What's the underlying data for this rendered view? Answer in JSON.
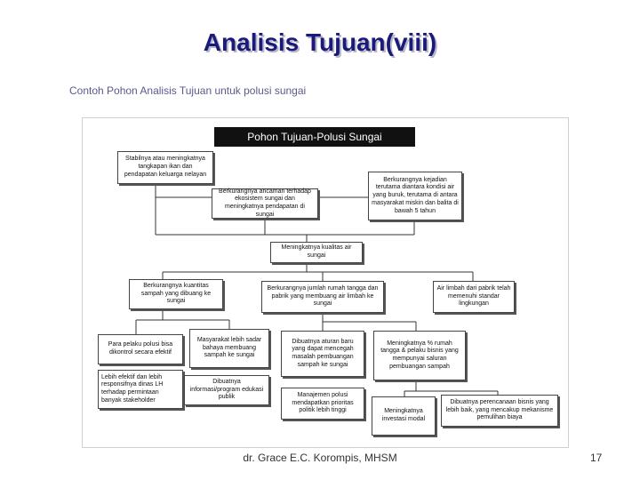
{
  "slide": {
    "title": "Analisis Tujuan(viii)",
    "subtitle": "Contoh Pohon Analisis Tujuan untuk polusi sungai",
    "footer": "dr. Grace E.C. Korompis, MHSM",
    "page_number": "17"
  },
  "diagram": {
    "header": "Pohon Tujuan-Polusi Sungai",
    "nodes": {
      "stabil": "Stabilnya atau meningkatnya tangkapan ikan dan pendapatan keluarga nelayan",
      "ekosistem": "Berkurangnya ancaman terhadap ekosistem sungai dan meningkatnya pendapatan di sungai",
      "kejadian": "Berkurangnya kejadian terutama diantara kondisi air yang buruk, terutama di antara masyarakat miskin dan balita di bawah 5 tahun",
      "kualitas": "Meningkatnya kualitas air sungai",
      "sampah": "Berkurangnya kuantitas sampah yang dibuang ke sungai",
      "rumah": "Berkurangnya jumlah rumah tangga dan pabrik yang membuang air limbah ke sungai",
      "limbah": "Air limbah dari pabrik telah memenuhi standar lingkungan",
      "pelaku": "Para pelaku polusi bisa dikontrol secara efektif",
      "responsif": "Lebih efektif dan lebih responsifnya dinas LH terhadap permintaan banyak stakeholder",
      "masyarakat": "Masyarakat lebih sadar bahaya membuang sampah ke sungai",
      "edukasi": "Dibuatnya informasi/program edukasi publik",
      "aturan": "Dibuatnya aturan baru yang dapat mencegah masalah pembuangan sampah ke sungai",
      "manajemen": "Manajemen polusi mendapatkan prioritas politik lebih tinggi",
      "persen": "Meningkatnya % rumah tangga & pelaku bisnis yang mempunyai saluran pembuangan sampah",
      "investasi": "Meningkatnya investasi modal",
      "pemulihan": "Dibuatnya perencanaan bisnis yang lebih baik, yang mencakup mekanisme pemulihan biaya"
    }
  }
}
